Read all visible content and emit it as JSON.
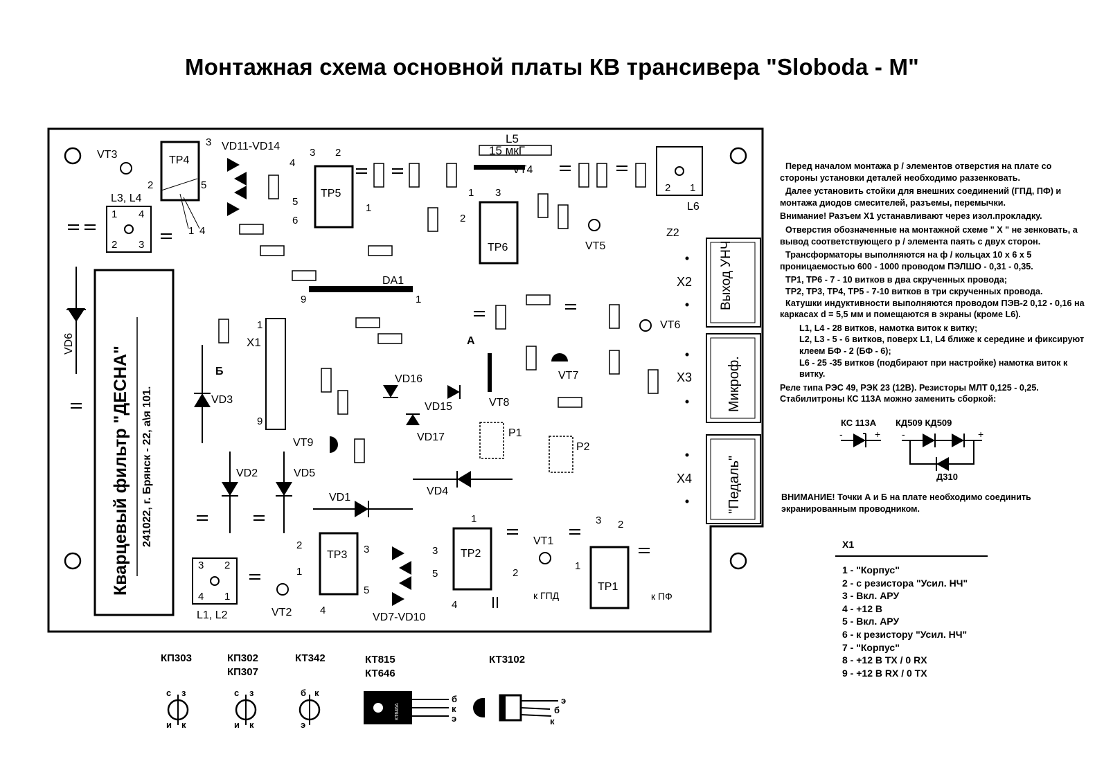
{
  "title": "Монтажная схема основной платы КВ трансивера \"Sloboda - M\"",
  "notes": [
    "Перед началом монтажа р / элементов  отверстия на плате со стороны установки деталей необходимо раззенковать.",
    "Далее установить стойки для внешних соединений (ГПД, ПФ) и монтажа диодов смесителей, разъемы, перемычки.",
    "Внимание! Разъем X1 устанавливают через изол.прокладку.",
    "Отверстия обозначенные  на  монтажной  схеме  \" Х \" не зенковать, а вывод соответствующего р / элемента  паять с двух сторон.",
    "Трансформаторы выполняются на ф / кольцах 10 х 6 х 5 проницаемостью 600 - 1000 проводом ПЭЛШО - 0,31 - 0,35.",
    "ТР1, ТР6 - 7 - 10  витков в два скрученных провода;",
    "ТР2, ТР3, ТР4, ТР5 - 7-10 витков в три скрученных провода.",
    "Катушки индуктивности выполняются проводом ПЭВ-2 0,12 - 0,16  на каркасах d = 5,5 мм и помещаются в экраны (кроме L6).",
    "L1, L4 - 28 витков, намотка виток к витку;",
    "L2, L3 - 5 - 6 витков, поверх L1, L4 ближе к середине и фиксируют клеем БФ - 2 (БФ - 6);",
    "L6 - 25 -35 витков (подбирают при настройке) намотка виток к витку.",
    "Реле типа РЭС 49, РЭК 23 (12В). Резисторы МЛТ 0,125 - 0,25. Стабилитроны КС 113А можно заменить сборкой:"
  ],
  "zener": {
    "left": "КС 113А",
    "right": "КД509 КД509",
    "bottom": "Д310",
    "minus": "-",
    "plus": "+"
  },
  "attention": "ВНИМАНИЕ! Точки А и Б на плате необходимо соединить экранированным проводником.",
  "x1": {
    "heading": "X1",
    "pins": [
      "1 - \"Корпус\"",
      "2 - с резистора \"Усил. НЧ\"",
      "3 - Вкл. АРУ",
      "4 - +12 В",
      "5 - Вкл. АРУ",
      "6 - к резистору \"Усил. НЧ\"",
      "7 - \"Корпус\"",
      "8 - +12 В ТХ / 0 RX",
      "9 - +12 В RX / 0 TX"
    ]
  },
  "board": {
    "filter_line1": "Кварцевый фильтр \"ДЕСНА\"",
    "filter_line2": "241022, г. Брянск - 22, а\\я 101.",
    "connectors": {
      "x2": "X2",
      "x2_text": "Выход УНЧ",
      "x3": "X3",
      "x3_text": "Микроф.",
      "x4": "X4",
      "x4_text": "\"Педаль\""
    },
    "transformers": {
      "tp1": "ТР1",
      "tp2": "ТР2",
      "tp3": "ТР3",
      "tp4": "ТР4",
      "tp5": "ТР5",
      "tp6": "ТР6"
    },
    "coils": {
      "l3l4": "L3, L4",
      "l1l2": "L1, L2",
      "l5": "L5",
      "l5_value": "15 мкГ",
      "l6": "L6"
    },
    "diodes": {
      "vd11_14": "VD11-VD14",
      "vd7_10": "VD7-VD10",
      "vd1": "VD1",
      "vd2": "VD2",
      "vd3": "VD3",
      "vd4": "VD4",
      "vd5": "VD5",
      "vd6": "VD6",
      "vd15": "VD15",
      "vd16": "VD16",
      "vd17": "VD17"
    },
    "transistors": {
      "vt1": "VT1",
      "vt2": "VT2",
      "vt3": "VT3",
      "vt4": "VT4",
      "vt5": "VT5",
      "vt6": "VT6",
      "vt7": "VT7",
      "vt8": "VT8",
      "vt9": "VT9"
    },
    "misc": {
      "da1": "DA1",
      "x1": "X1",
      "p1": "P1",
      "p2": "P2",
      "z2": "Z2",
      "point_a": "А",
      "point_b": "Б",
      "k_gpd": "к ГПД",
      "k_pf": "к ПФ"
    }
  },
  "packages": [
    {
      "names": [
        "КП303"
      ],
      "pins": [
        "с",
        "з",
        "и",
        "к"
      ]
    },
    {
      "names": [
        "КП302",
        "КП307"
      ],
      "pins": [
        "с",
        "з",
        "и",
        "к"
      ]
    },
    {
      "names": [
        "КТ342"
      ],
      "pins": [
        "б",
        "к",
        "э"
      ]
    },
    {
      "names": [
        "КТ815",
        "КТ646"
      ],
      "pins": [
        "б",
        "к",
        "э"
      ],
      "marking": "КТ646А"
    },
    {
      "names": [
        "КТ3102"
      ],
      "pins": [
        "э",
        "б",
        "к"
      ]
    }
  ]
}
